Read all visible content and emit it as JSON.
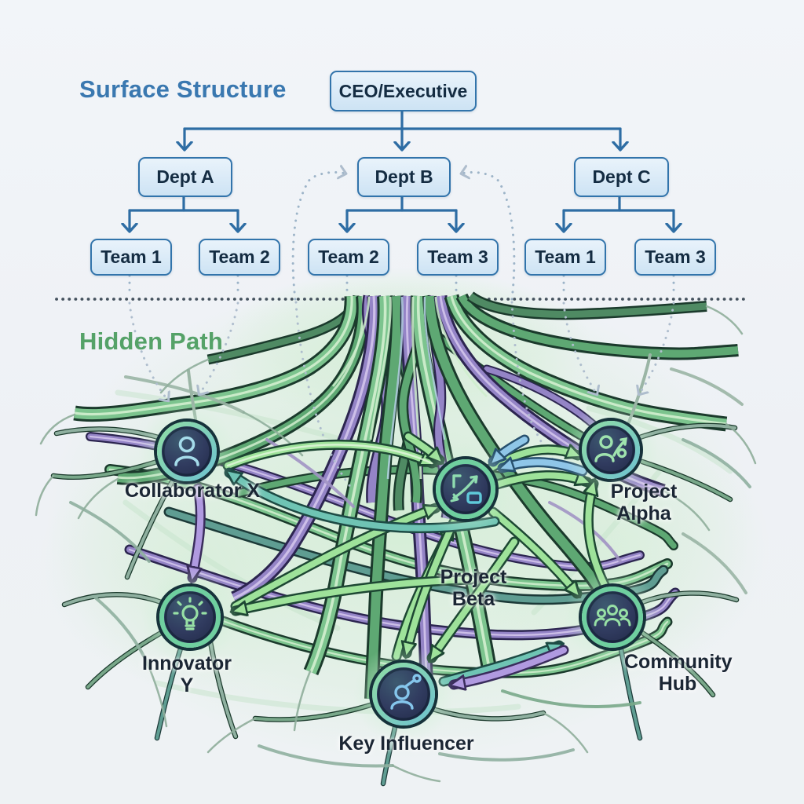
{
  "titles": {
    "surface": "Surface Structure",
    "hidden": "Hidden Path"
  },
  "org_chart": {
    "root": {
      "label": "CEO/Executive"
    },
    "departments": [
      {
        "label": "Dept A",
        "teams": [
          "Team 1",
          "Team 2"
        ]
      },
      {
        "label": "Dept B",
        "teams": [
          "Team 2",
          "Team 3"
        ]
      },
      {
        "label": "Dept C",
        "teams": [
          "Team 1",
          "Team 3"
        ]
      }
    ]
  },
  "hidden_network": {
    "nodes": [
      {
        "label": "Collaborator X",
        "icon": "person-icon"
      },
      {
        "label": "Project Alpha",
        "icon": "person-arrow-icon"
      },
      {
        "label": "Project Beta",
        "icon": "strategy-icon"
      },
      {
        "label": "Innovator Y",
        "icon": "lightbulb-icon"
      },
      {
        "label": "Community Hub",
        "icon": "group-icon"
      },
      {
        "label": "Key Influencer",
        "icon": "influencer-icon"
      }
    ]
  },
  "colors": {
    "org_box_border": "#3274ab",
    "org_connector": "#2e6da4",
    "surface_title": "#3a78b0",
    "hidden_title": "#55a268",
    "root_green": "#7cc48e",
    "root_purple": "#9484c6",
    "arrow_green": "#9ee29a",
    "arrow_purple": "#b09ae0",
    "arrow_blue": "#8fc6e8",
    "arrow_teal": "#6fc4b4"
  }
}
